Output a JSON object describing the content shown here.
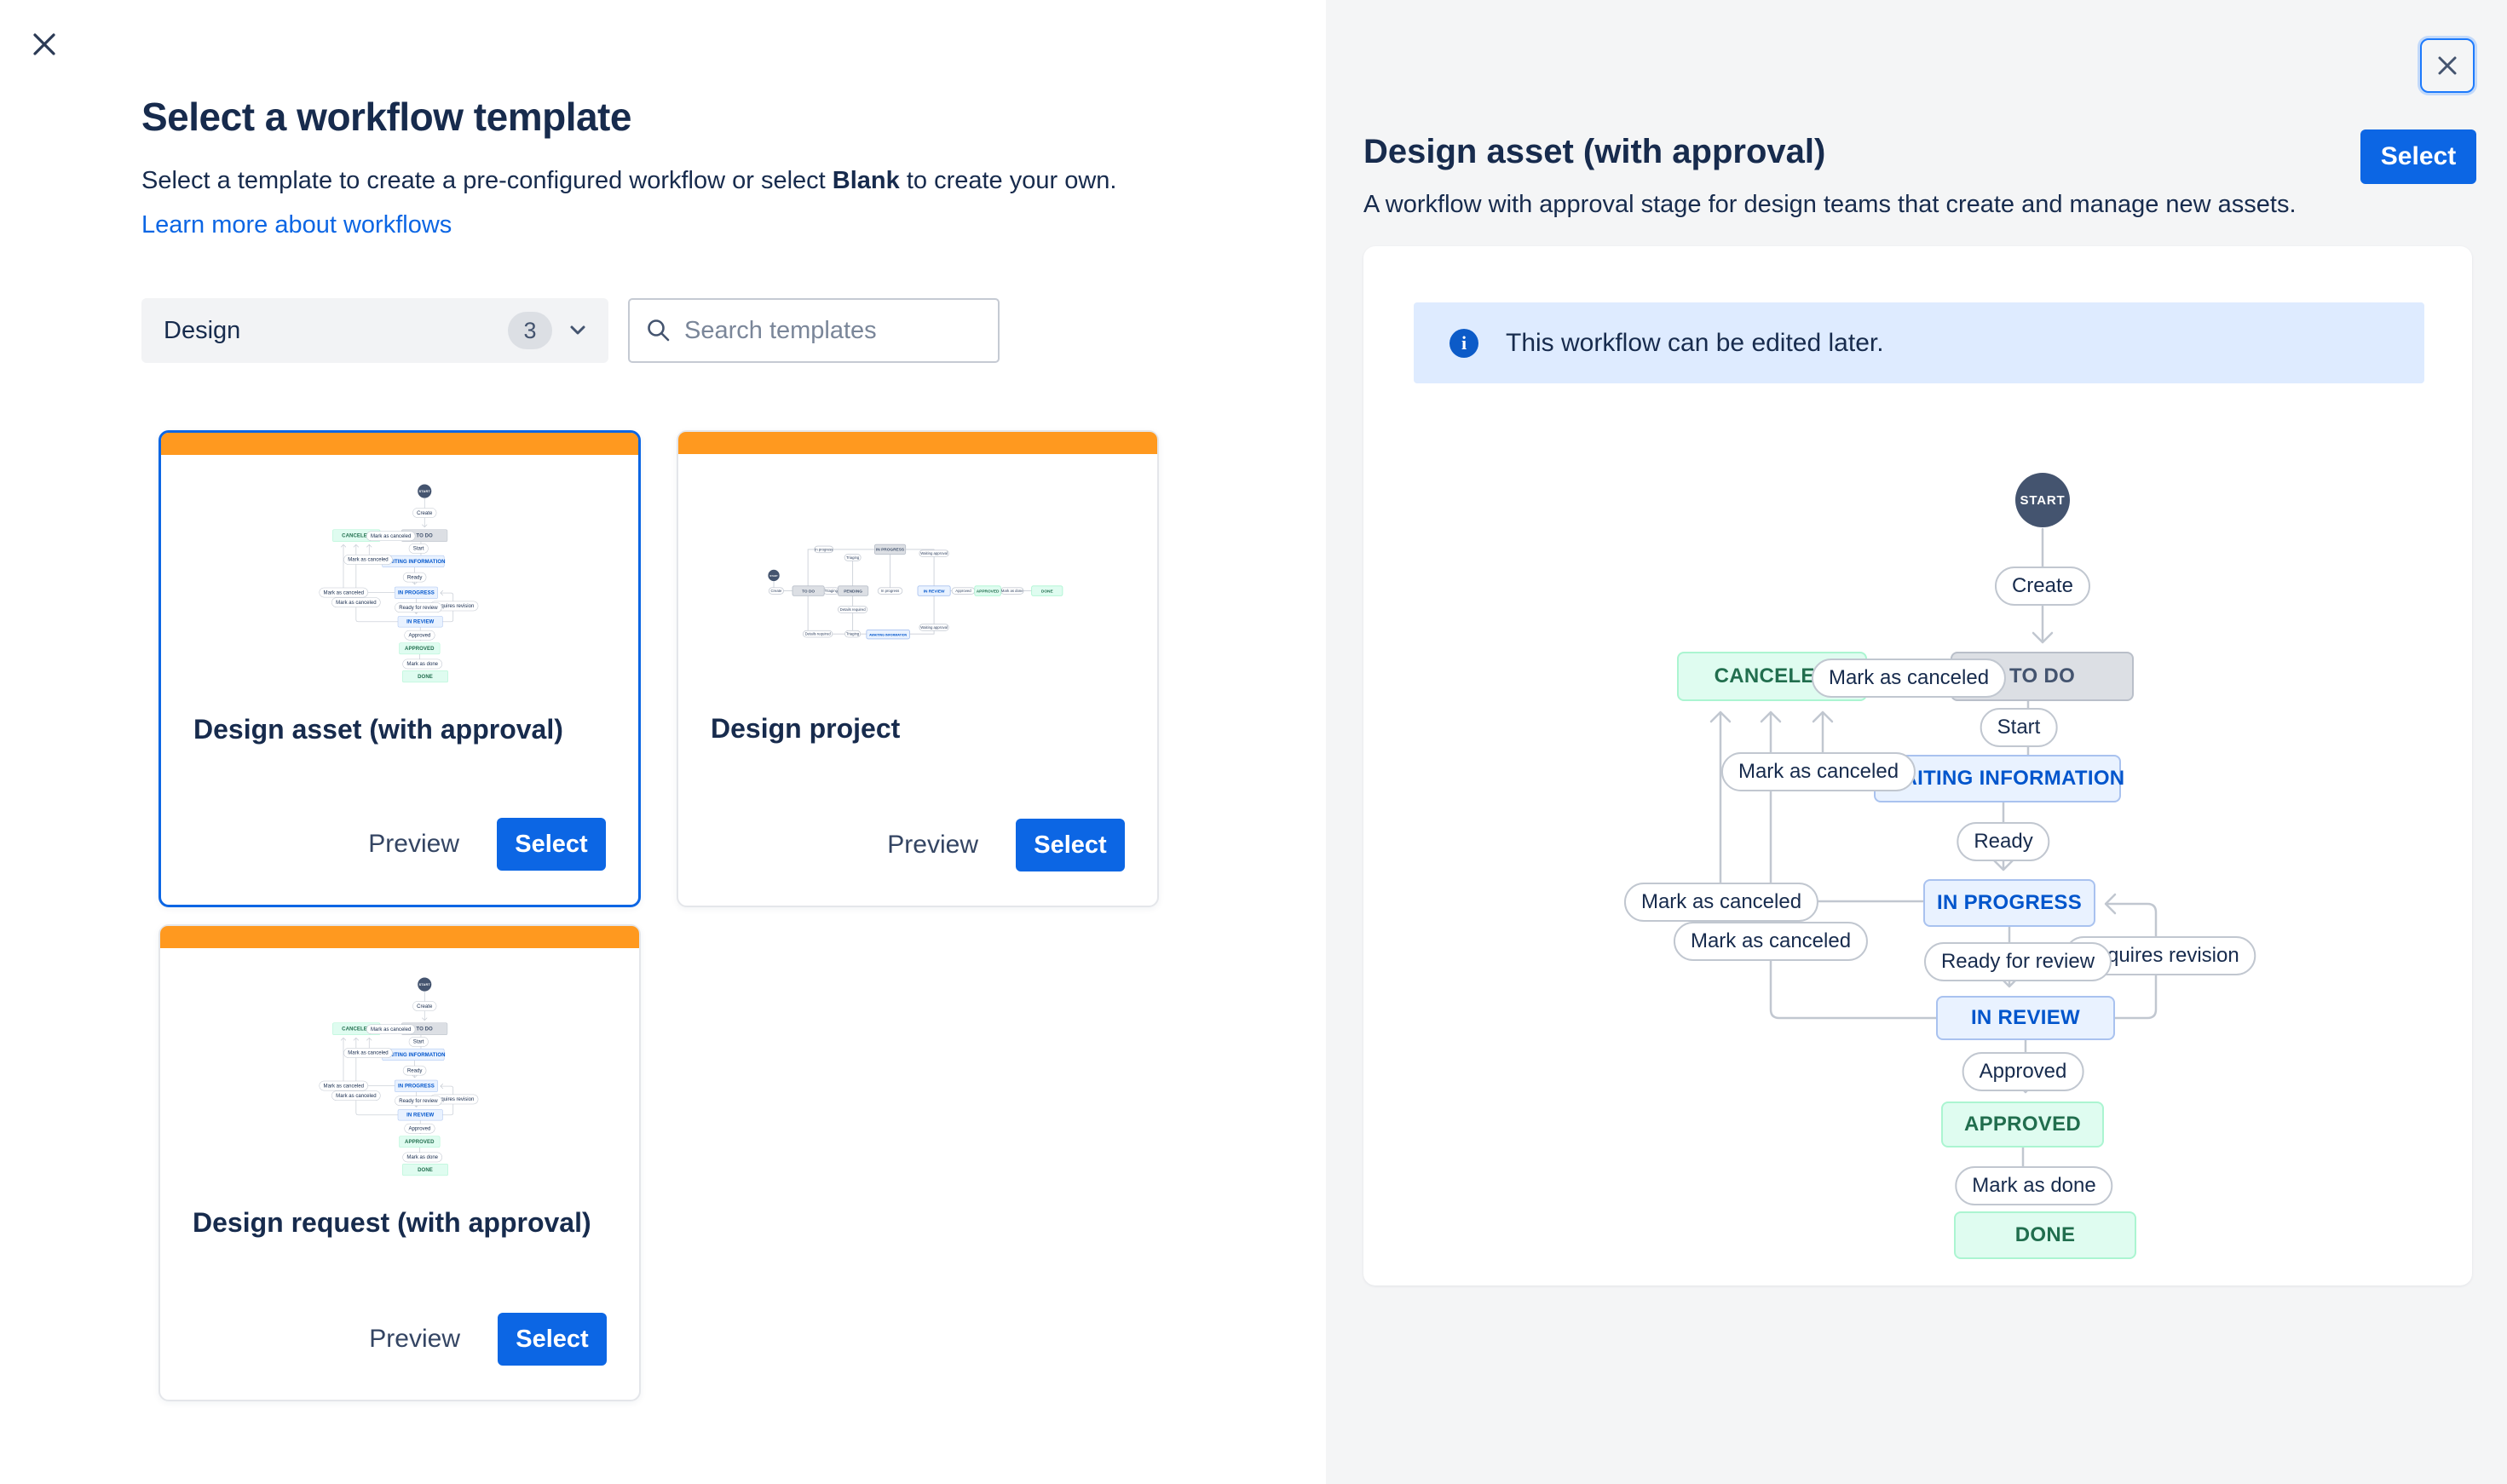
{
  "colors": {
    "accent_blue": "#0C66E4",
    "focus_blue": "#388BFF",
    "accent_orange": "#FF991F",
    "text_navy": "#172B4D",
    "link_blue": "#0C66E4",
    "panel_gray": "#F4F5F6",
    "banner_blue": "#DEEBFF",
    "connector_gray": "#C1C7D0",
    "status_gray_bg": "#DCDFE4",
    "status_blue_bg": "#E9F2FF",
    "status_green_bg": "#DFFCF0",
    "status_gray_text": "#44546F",
    "status_blue_text": "#0055CC",
    "status_green_text": "#216E4E",
    "start_node_fill": "#44546F"
  },
  "icons": {
    "close": "x-mark",
    "search": "magnifier",
    "chevron_down": "chevron-down",
    "info": "i"
  },
  "left_panel": {
    "title": "Select a workflow template",
    "subtitle_prefix": "Select a template to create a pre-configured workflow or select ",
    "subtitle_bold": "Blank",
    "subtitle_suffix": " to create your own.",
    "learn_more_link": "Learn more about workflows",
    "filter": {
      "value": "Design",
      "count": "3"
    },
    "search": {
      "placeholder": "Search templates"
    },
    "cards": [
      {
        "title": "Design asset (with approval)",
        "preview_label": "Preview",
        "select_label": "Select",
        "selected": true
      },
      {
        "title": "Design project",
        "preview_label": "Preview",
        "select_label": "Select",
        "selected": false
      },
      {
        "title": "Design request (with approval)",
        "preview_label": "Preview",
        "select_label": "Select",
        "selected": false
      }
    ]
  },
  "detail_panel": {
    "title": "Design asset (with approval)",
    "select_label": "Select",
    "description": "A workflow with approval stage for design teams that create and manage new assets.",
    "banner_text": "This workflow can be edited later."
  },
  "workflow_diagram": {
    "start_node": "START",
    "statuses": {
      "canceled": "CANCELED",
      "todo": "TO DO",
      "awaiting_information": "AWAITING INFORMATION",
      "in_progress": "IN PROGRESS",
      "in_review": "IN REVIEW",
      "approved": "APPROVED",
      "done": "DONE"
    },
    "transitions": {
      "create": "Create",
      "mark_as_canceled": "Mark as canceled",
      "start": "Start",
      "ready": "Ready",
      "ready_for_review": "Ready for review",
      "requires_revision": "Requires revision",
      "approved": "Approved",
      "mark_as_done": "Mark as done"
    }
  },
  "project_thumbnail_diagram": {
    "start_node": "START",
    "statuses": {
      "todo": "TO DO",
      "pending": "PENDING",
      "in_progress": "IN PROGRESS",
      "awaiting_information": "AWAITING INFORMATION",
      "in_review": "IN REVIEW",
      "approved": "APPROVED",
      "done": "DONE"
    },
    "transitions": {
      "create": "Create",
      "triaging": "Triaging",
      "in_progress": "In progress",
      "waiting_approval": "Waiting approval",
      "details_required": "Details required",
      "approved": "Approved",
      "mark_as_done": "Mark as done"
    }
  }
}
